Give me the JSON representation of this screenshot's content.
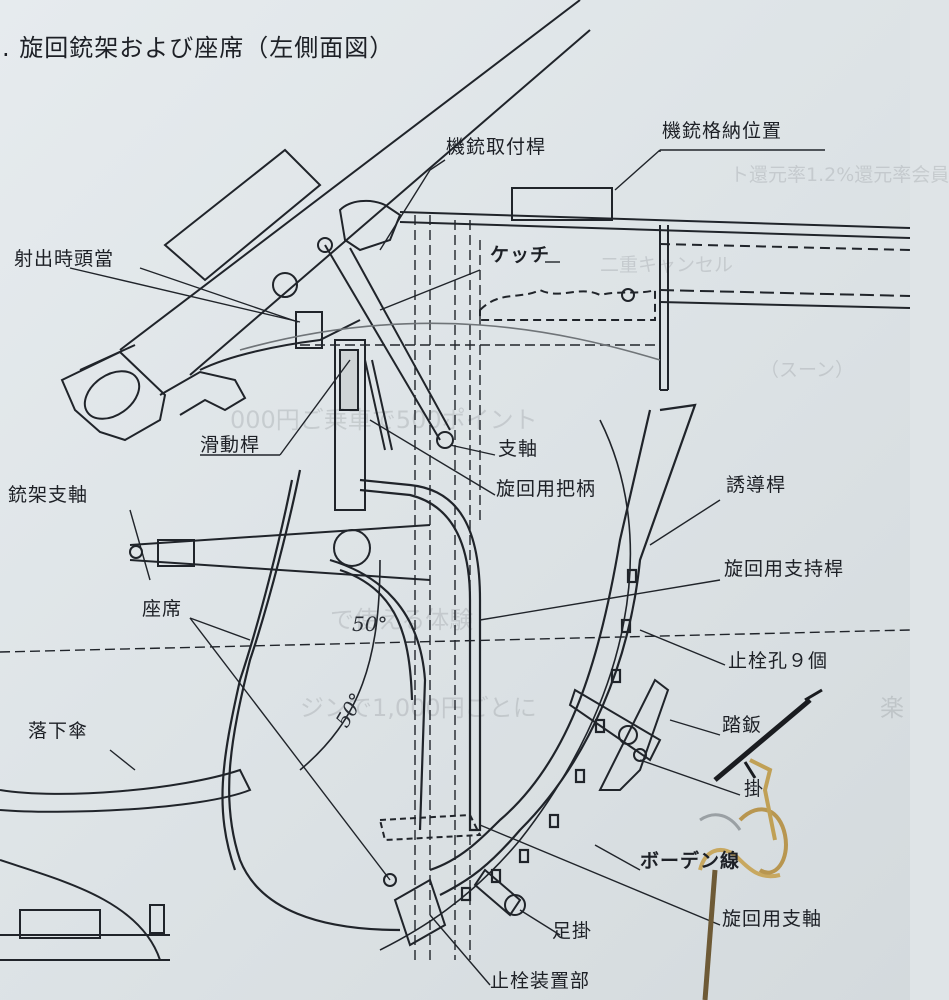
{
  "figure": {
    "title": ". 旋回銃架および座席（左側面図）"
  },
  "labels": {
    "gun_mount_rod": "機銃取付桿",
    "gun_stowage": "機銃格納位置",
    "head_guard": "射出時頭當",
    "catch": "ケッチ",
    "slide_rod": "滑動桿",
    "pivot": "支軸",
    "swivel_handle": "旋回用把柄",
    "guide_rod": "誘導桿",
    "gun_mount_pivot": "銃架支軸",
    "swivel_support_rod": "旋回用支持桿",
    "seat": "座席",
    "stop_holes": "止栓孔９個",
    "parachute": "落下傘",
    "pedal": "踏鈑",
    "hook": "掛",
    "bowden_wire": "ボーデン線",
    "swivel_pivot": "旋回用支軸",
    "foot_rest": "足掛",
    "stop_device": "止栓装置部"
  },
  "angles": {
    "upper": "50°",
    "lower": "50°"
  },
  "bleed_through": [
    "ト還元率1.2%還元率会員",
    "二重キャンセル",
    "（スーン）",
    "000円ご乗車で500ポイント",
    "で使える体験",
    "ジンで1,000円ごとに",
    "楽"
  ]
}
